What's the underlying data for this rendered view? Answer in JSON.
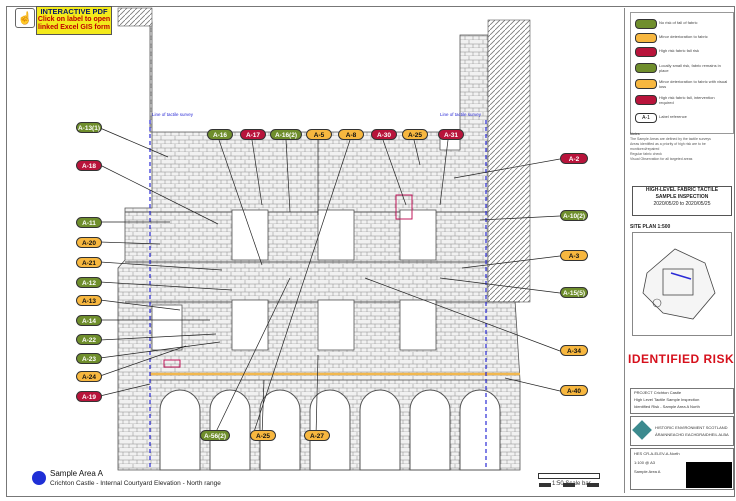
{
  "banner": {
    "title": "INTERACTIVE PDF",
    "line1": "Click on label to open",
    "line2": "linked Excel GIS form"
  },
  "hand_icon": "pointing-hand-icon",
  "section_labels": {
    "left": "Line of tactile survey",
    "right": "Line of tactile survey"
  },
  "tags": [
    {
      "label": "A-13(1)",
      "status": "green"
    },
    {
      "label": "A-18",
      "status": "red"
    },
    {
      "label": "A-11",
      "status": "green"
    },
    {
      "label": "A-20",
      "status": "amber"
    },
    {
      "label": "A-21",
      "status": "amber"
    },
    {
      "label": "A-12",
      "status": "green"
    },
    {
      "label": "A-13",
      "status": "amber"
    },
    {
      "label": "A-14",
      "status": "green"
    },
    {
      "label": "A-22",
      "status": "green"
    },
    {
      "label": "A-23",
      "status": "green"
    },
    {
      "label": "A-24",
      "status": "amber"
    },
    {
      "label": "A-19",
      "status": "red"
    },
    {
      "label": "A-16",
      "status": "green"
    },
    {
      "label": "A-17",
      "status": "red"
    },
    {
      "label": "A-16(2)",
      "status": "green"
    },
    {
      "label": "A-5",
      "status": "amber"
    },
    {
      "label": "A-8",
      "status": "amber"
    },
    {
      "label": "A-30",
      "status": "red"
    },
    {
      "label": "A-25",
      "status": "amber"
    },
    {
      "label": "A-31",
      "status": "red"
    },
    {
      "label": "A-2",
      "status": "red"
    },
    {
      "label": "A-10(2)",
      "status": "green"
    },
    {
      "label": "A-3",
      "status": "amber"
    },
    {
      "label": "A-15(5)",
      "status": "green"
    },
    {
      "label": "A-34",
      "status": "amber"
    },
    {
      "label": "A-40",
      "status": "amber"
    },
    {
      "label": "A-56(2)",
      "status": "green"
    },
    {
      "label": "A-25",
      "status": "amber"
    },
    {
      "label": "A-27",
      "status": "amber"
    }
  ],
  "legend": {
    "items": [
      {
        "color": "#6f8e2c",
        "text": "No risk of fall of fabric"
      },
      {
        "color": "#f7b73f",
        "text": "Minor deterioration to fabric"
      },
      {
        "color": "#b8143b",
        "text": "High risk fabric fall risk"
      },
      {
        "color": "#6f8e2c",
        "text": "Locally small risk, fabric remains in place"
      },
      {
        "color": "#f7b73f",
        "text": "Minor deterioration to fabric with visual loss"
      },
      {
        "color": "#b8143b",
        "text": "High risk fabric fall, intervention required"
      }
    ],
    "key_label": "A-1",
    "key_text": "Label reference"
  },
  "notes": [
    "Notes",
    "The Sample Areas are defined by the tactile surveys",
    "Areas identified as a priority of high risk are to be",
    "monitored/repaired",
    "Regular fabric check",
    "Visual Observation for all targeted areas"
  ],
  "title_box": {
    "line1": "HIGH-LEVEL FABRIC TACTILE",
    "line2": "SAMPLE INSPECTION",
    "line3": "2020/05/20 to 2020/05/25"
  },
  "site_plan_label": "SITE PLAN 1:500",
  "risk_heading": "IDENTIFIED RISK",
  "project_block": {
    "line1": "PROJECT Crichton Castle",
    "line2": "High Level Tactile Sample Inspection",
    "line3": "Identified Risk - Sample Area A North"
  },
  "org_block": {
    "line1": "HISTORIC ENVIRONMENT SCOTLAND",
    "line2": "ÀRAINNEACHD EACHDRAIDHEIL ALBA"
  },
  "drawing_block": {
    "line1": "HES CR-A-ELEV-A-North",
    "line2": "1:100 @ A3",
    "line3": "Sample Area A"
  },
  "footer": {
    "title": "Sample Area A",
    "subtitle": "Crichton Castle - Internal Courtyard Elevation - North range",
    "scale_label": "1:50 Scale bar"
  }
}
